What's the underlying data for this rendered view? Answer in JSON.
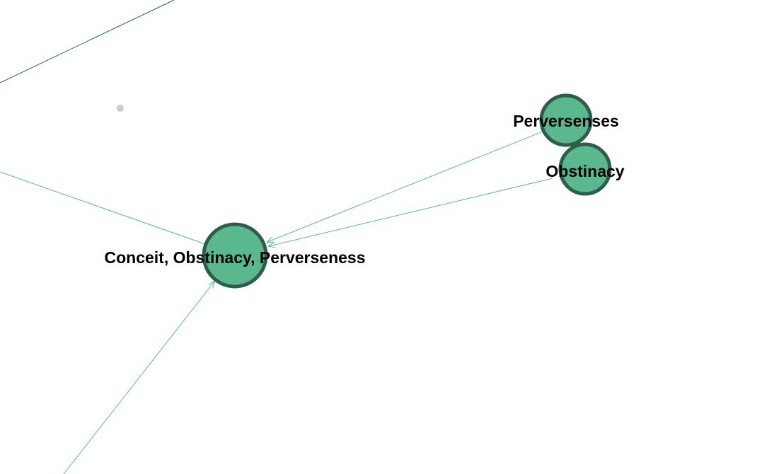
{
  "graph": {
    "colors": {
      "node_fill": "#5ab88f",
      "node_stroke": "#2e5e4b",
      "edge_light": "#5ab88f",
      "edge_dark": "#1f6b4a",
      "dot": "#cccccc",
      "label": "#000000"
    },
    "nodes": [
      {
        "id": "conceit",
        "label": "Conceit, Obstinacy, Perverseness"
      },
      {
        "id": "perversenses",
        "label": "Perversenses"
      },
      {
        "id": "obstinacy",
        "label": "Obstinacy"
      }
    ],
    "edges": [
      {
        "from": "perversenses",
        "to": "conceit",
        "directed": true
      },
      {
        "from": "obstinacy",
        "to": "conceit",
        "directed": true
      },
      {
        "from": "offscreen-bottom-left",
        "to": "conceit",
        "directed": true
      },
      {
        "from": "offscreen-left",
        "to": "conceit",
        "directed": false
      },
      {
        "from": "offscreen-top-left",
        "to": "offscreen-top",
        "directed": false
      }
    ]
  }
}
